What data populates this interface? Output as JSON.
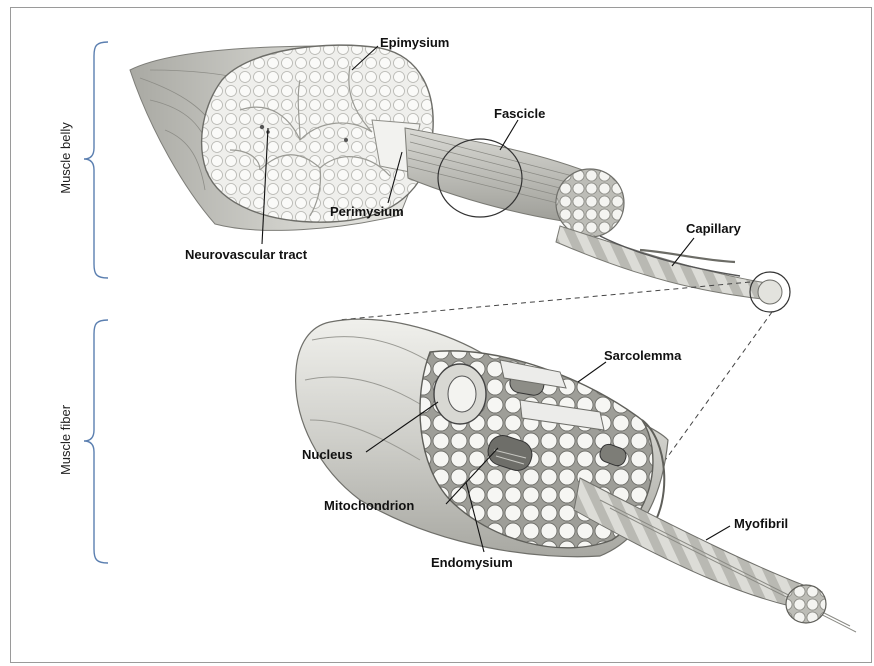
{
  "sections": {
    "muscle_belly": "Muscle belly",
    "muscle_fiber": "Muscle fiber"
  },
  "labels": {
    "epimysium": "Epimysium",
    "fascicle": "Fascicle",
    "perimysium": "Perimysium",
    "neurovascular_tract": "Neurovascular tract",
    "capillary": "Capillary",
    "sarcolemma": "Sarcolemma",
    "nucleus": "Nucleus",
    "mitochondrion": "Mitochondrion",
    "endomysium": "Endomysium",
    "myofibril": "Myofibril"
  },
  "colors": {
    "brace": "#5b7fb0",
    "tissue_light": "#e9e9e6",
    "tissue_mid": "#c9c9c4",
    "tissue_dark": "#8e8e88"
  }
}
